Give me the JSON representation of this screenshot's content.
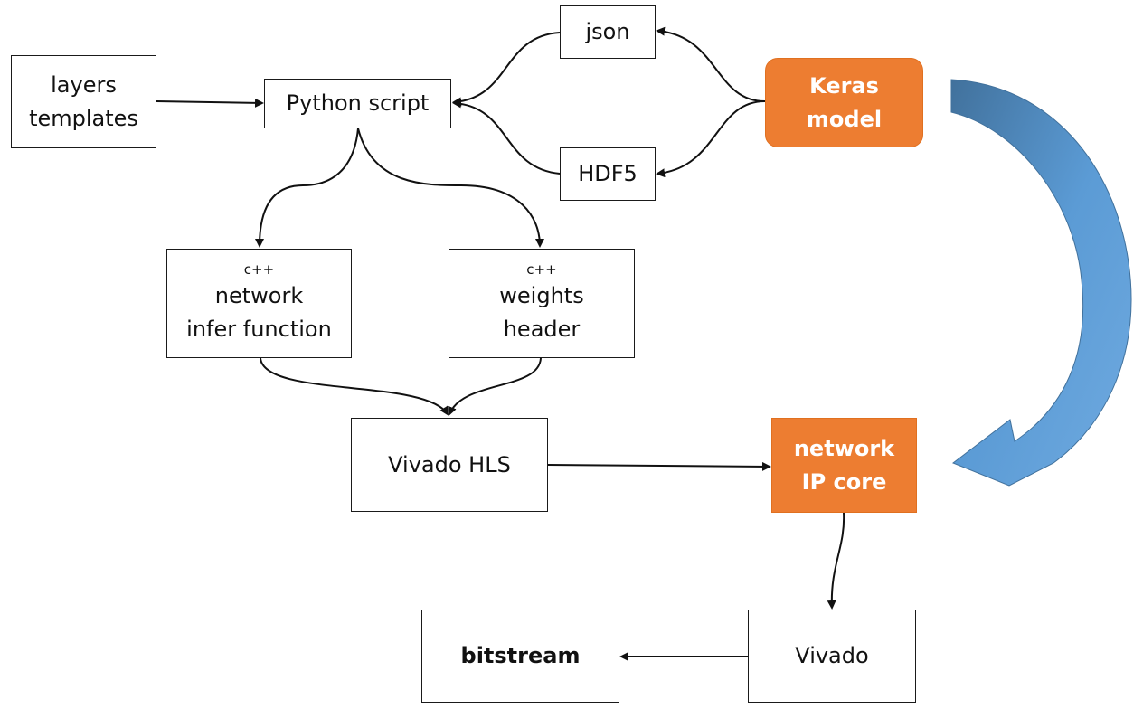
{
  "nodes": {
    "layers_templates": {
      "lines": [
        "layers",
        "templates"
      ]
    },
    "python_script": {
      "label": "Python script"
    },
    "json": {
      "label": "json"
    },
    "hdf5": {
      "label": "HDF5"
    },
    "keras_model": {
      "lines": [
        "Keras",
        "model"
      ]
    },
    "cpp_network": {
      "tag": "c++",
      "lines": [
        "network",
        "infer function"
      ]
    },
    "cpp_weights": {
      "tag": "c++",
      "lines": [
        "weights",
        "header"
      ]
    },
    "vivado_hls": {
      "label": "Vivado HLS"
    },
    "network_ip_core": {
      "lines": [
        "network",
        "IP core"
      ]
    },
    "vivado": {
      "label": "Vivado"
    },
    "bitstream": {
      "label": "bitstream"
    }
  },
  "colors": {
    "accent_orange": "#ED7D31",
    "arrow_blue_light": "#5B9BD5",
    "arrow_blue_dark": "#41719C",
    "line": "#111111"
  }
}
